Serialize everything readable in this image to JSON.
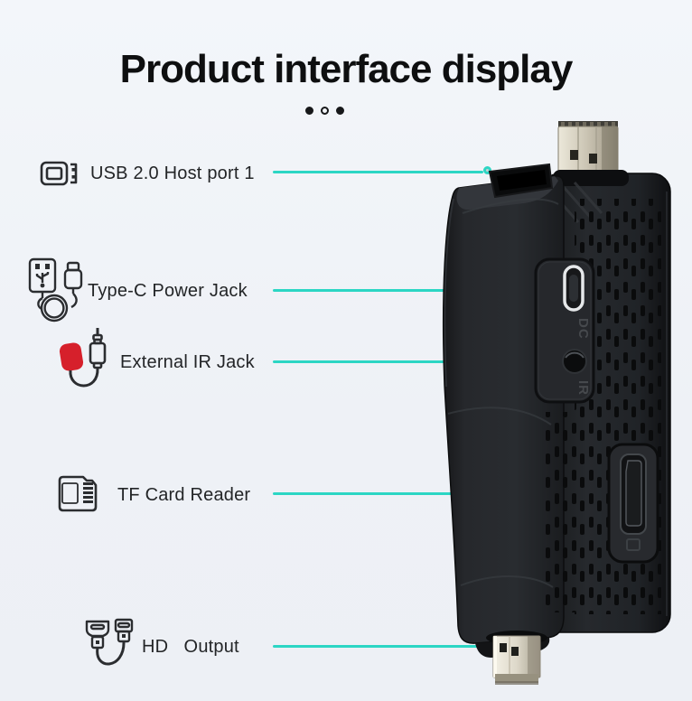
{
  "title": "Product interface display",
  "pagination": {
    "dots": [
      "filled",
      "outline",
      "filled"
    ]
  },
  "colors": {
    "accent": "#2cd6c4",
    "ir_red": "#d6202b",
    "background": "#f2f5f9"
  },
  "callouts": [
    {
      "name": "usb-host-port",
      "label": "USB 2.0 Host port 1",
      "icon": "usb-plug-icon"
    },
    {
      "name": "type-c-power-jack",
      "label": "Type-C Power Jack",
      "icon": "usb-cable-icon"
    },
    {
      "name": "external-ir-jack",
      "label": "External IR Jack",
      "icon": "ir-cable-icon"
    },
    {
      "name": "tf-card-reader",
      "label": "TF Card Reader",
      "icon": "tf-card-icon"
    },
    {
      "name": "hd-output",
      "label": "HD   Output",
      "icon": "hdmi-cable-icon"
    }
  ],
  "device": {
    "description": "TV stick front and back views with HDMI connectors",
    "port_labels": {
      "dc": "DC",
      "ir": "IR"
    }
  }
}
